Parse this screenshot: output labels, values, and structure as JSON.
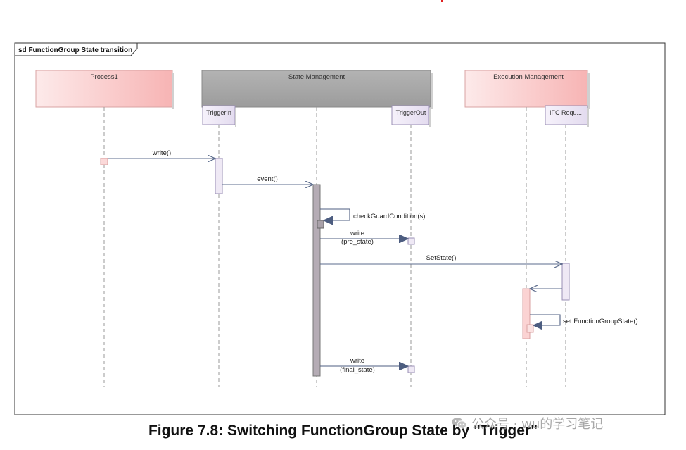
{
  "frame_title": "sd FunctionGroup State transition",
  "lifelines": {
    "process1": "Process1",
    "state_management": "State Management",
    "execution_management": "Execution Management"
  },
  "ports": {
    "trigger_in": "TriggerIn",
    "trigger_out": "TriggerOut",
    "ifc_request": "IFC Requ..."
  },
  "messages": {
    "write": "write()",
    "event": "event()",
    "check_guard": "checkGuardCondition(s)",
    "write_pre_line1": "write",
    "write_pre_line2": "(pre_state)",
    "set_state": "SetState()",
    "set_fg_state": "set FunctionGroupState()",
    "write_final_line1": "write",
    "write_final_line2": "(final_state)"
  },
  "caption": "Figure 7.8: Switching FunctionGroup State by \"Trigger\"",
  "watermark": "公众号 · wu的学习笔记",
  "colors": {
    "pink_light": "#fde8e8",
    "pink_dark": "#f7b9b9",
    "gray_block": "#a9a9a9",
    "port_fill": "#ece6f4",
    "activation_gray": "#b5aeb5",
    "line": "#6a7a9a"
  }
}
